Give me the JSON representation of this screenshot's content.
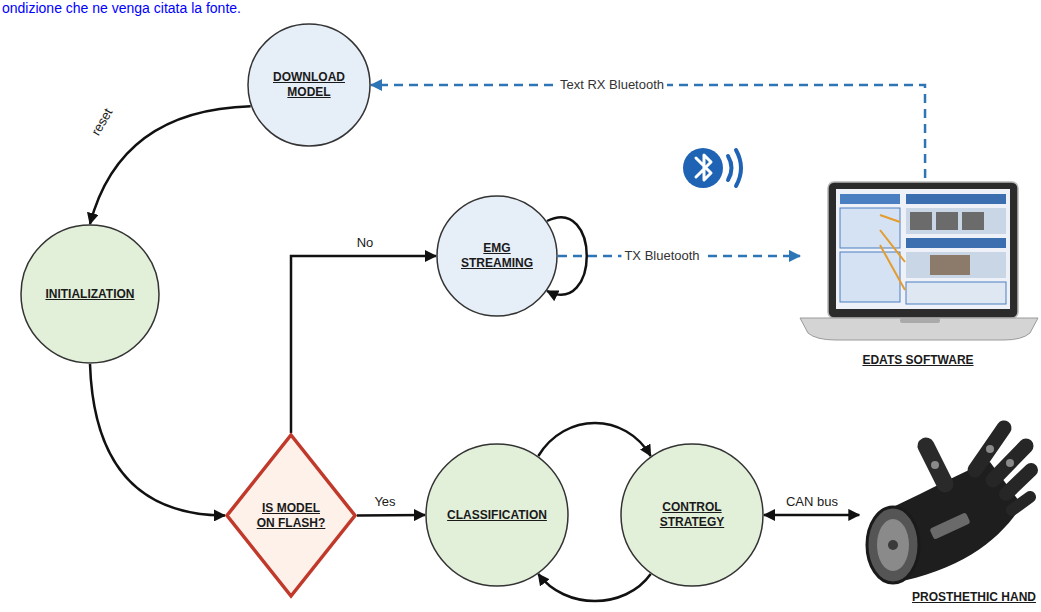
{
  "diagram": {
    "nodes": [
      {
        "text": [
          "DOWNLOAD MODEL"
        ]
      },
      {
        "text": [
          "INITIALIZATION"
        ]
      },
      {
        "text": [
          "EMG STREAMING"
        ]
      },
      {
        "text": [
          "IS MODEL ON FLASH?"
        ]
      },
      {
        "text": [
          "CLASSIFICATION"
        ]
      },
      {
        "text": [
          "CONTROL STRATEGY"
        ]
      },
      {
        "text": [
          "EDATS SOFTWARE"
        ]
      },
      {
        "text": [
          "PROSTHETHIC HAND"
        ]
      }
    ],
    "edges": [
      {
        "from": 0,
        "to": 1,
        "label": "reset",
        "arrow": "to"
      },
      {
        "from": 1,
        "to": 3,
        "arrow": "to"
      },
      {
        "from": 3,
        "to": 2,
        "label": "No",
        "arrow": "to"
      },
      {
        "from": 3,
        "to": 4,
        "label": "Yes",
        "arrow": "to"
      },
      {
        "from": 2,
        "to": 2,
        "arrow": "to"
      },
      {
        "from": 2,
        "to": 6,
        "label": "TX Bluetooth",
        "arrow": "to"
      },
      {
        "from": 6,
        "to": 0,
        "label": "Text RX Bluetooth",
        "arrow": "to"
      },
      {
        "from": 4,
        "to": 5,
        "arrow": "to"
      },
      {
        "from": 5,
        "to": 4,
        "arrow": "to"
      },
      {
        "from": 5,
        "to": 7,
        "label": "CAN bus",
        "arrow": "both"
      }
    ],
    "labels": [
      "ondizione che ne venga citata la fonte."
    ]
  }
}
